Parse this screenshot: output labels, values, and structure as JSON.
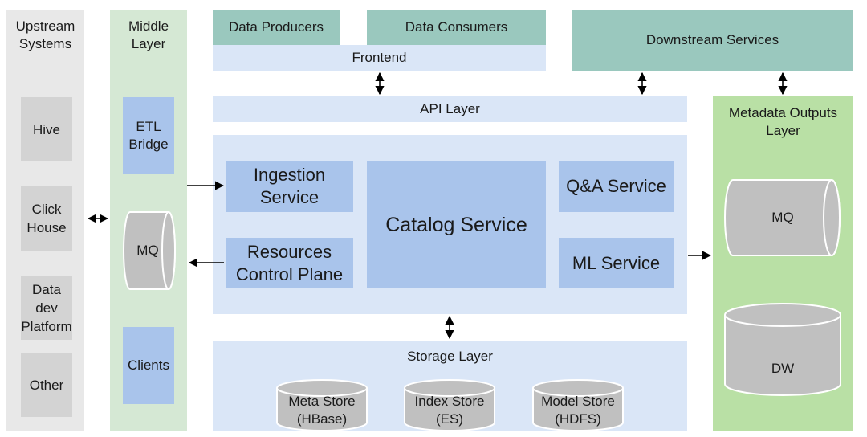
{
  "columns": {
    "upstream": {
      "title": "Upstream\nSystems",
      "items": [
        "Hive",
        "Click\nHouse",
        "Data\ndev\nPlatform",
        "Other"
      ]
    },
    "middle": {
      "title": "Middle\nLayer",
      "items": [
        "ETL\nBridge",
        "MQ",
        "Clients"
      ]
    },
    "outputs": {
      "title": "Metadata Outputs\nLayer",
      "items": [
        "MQ",
        "DW"
      ]
    }
  },
  "top": {
    "producers": "Data Producers",
    "consumers": "Data Consumers",
    "frontend": "Frontend",
    "downstream": "Downstream Services"
  },
  "api_layer": "API Layer",
  "services": {
    "ingestion": "Ingestion\nService",
    "resources": "Resources\nControl Plane",
    "catalog": "Catalog Service",
    "qa": "Q&A Service",
    "ml": "ML Service"
  },
  "storage": {
    "title": "Storage Layer",
    "stores": [
      "Meta Store\n(HBase)",
      "Index Store\n(ES)",
      "Model Store\n(HDFS)"
    ]
  },
  "colors": {
    "gray_column": "#e8e8e8",
    "gray_box": "#d3d3d3",
    "green_column": "#d5e8d4",
    "green_output": "#b9e0a5",
    "light_blue": "#dae6f7",
    "blue": "#a9c4eb",
    "teal": "#9ac8be",
    "cylinder": "#c0c0c0"
  }
}
